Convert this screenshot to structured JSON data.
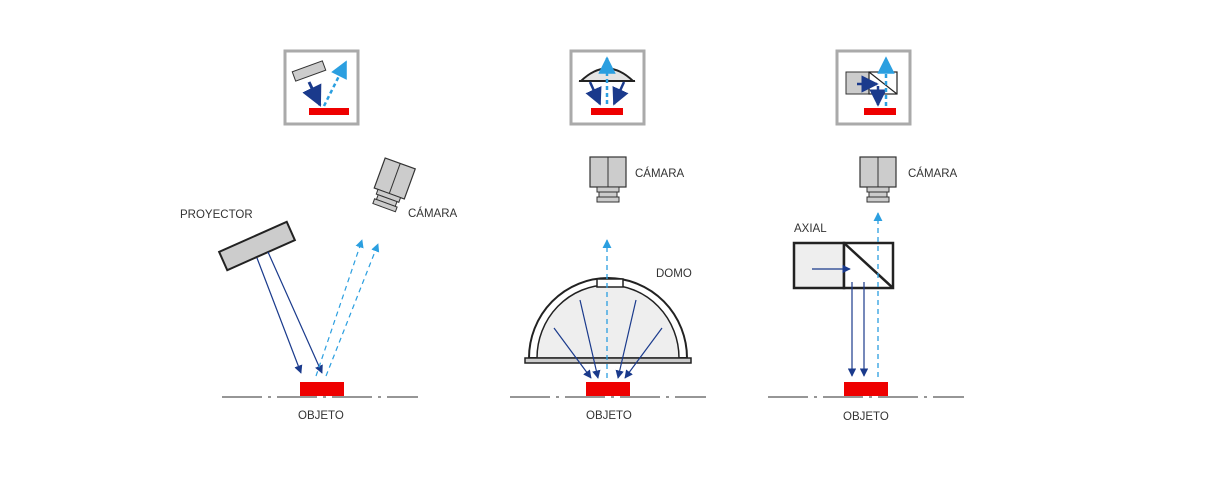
{
  "labels": {
    "proyector": "PROYECTOR",
    "camara": "CÁMARA",
    "objeto": "OBJETO",
    "domo": "DOMO",
    "axial": "AXIAL"
  },
  "colors": {
    "object_red": "#ee0000",
    "solid_ray": "#1a3a8c",
    "dashed_ray": "#2b9fe0",
    "device_fill": "#cccccc",
    "outline": "#222222",
    "icon_frame": "#aaaaaa",
    "baseline": "#888888",
    "dome_fill": "#eeeeee"
  }
}
